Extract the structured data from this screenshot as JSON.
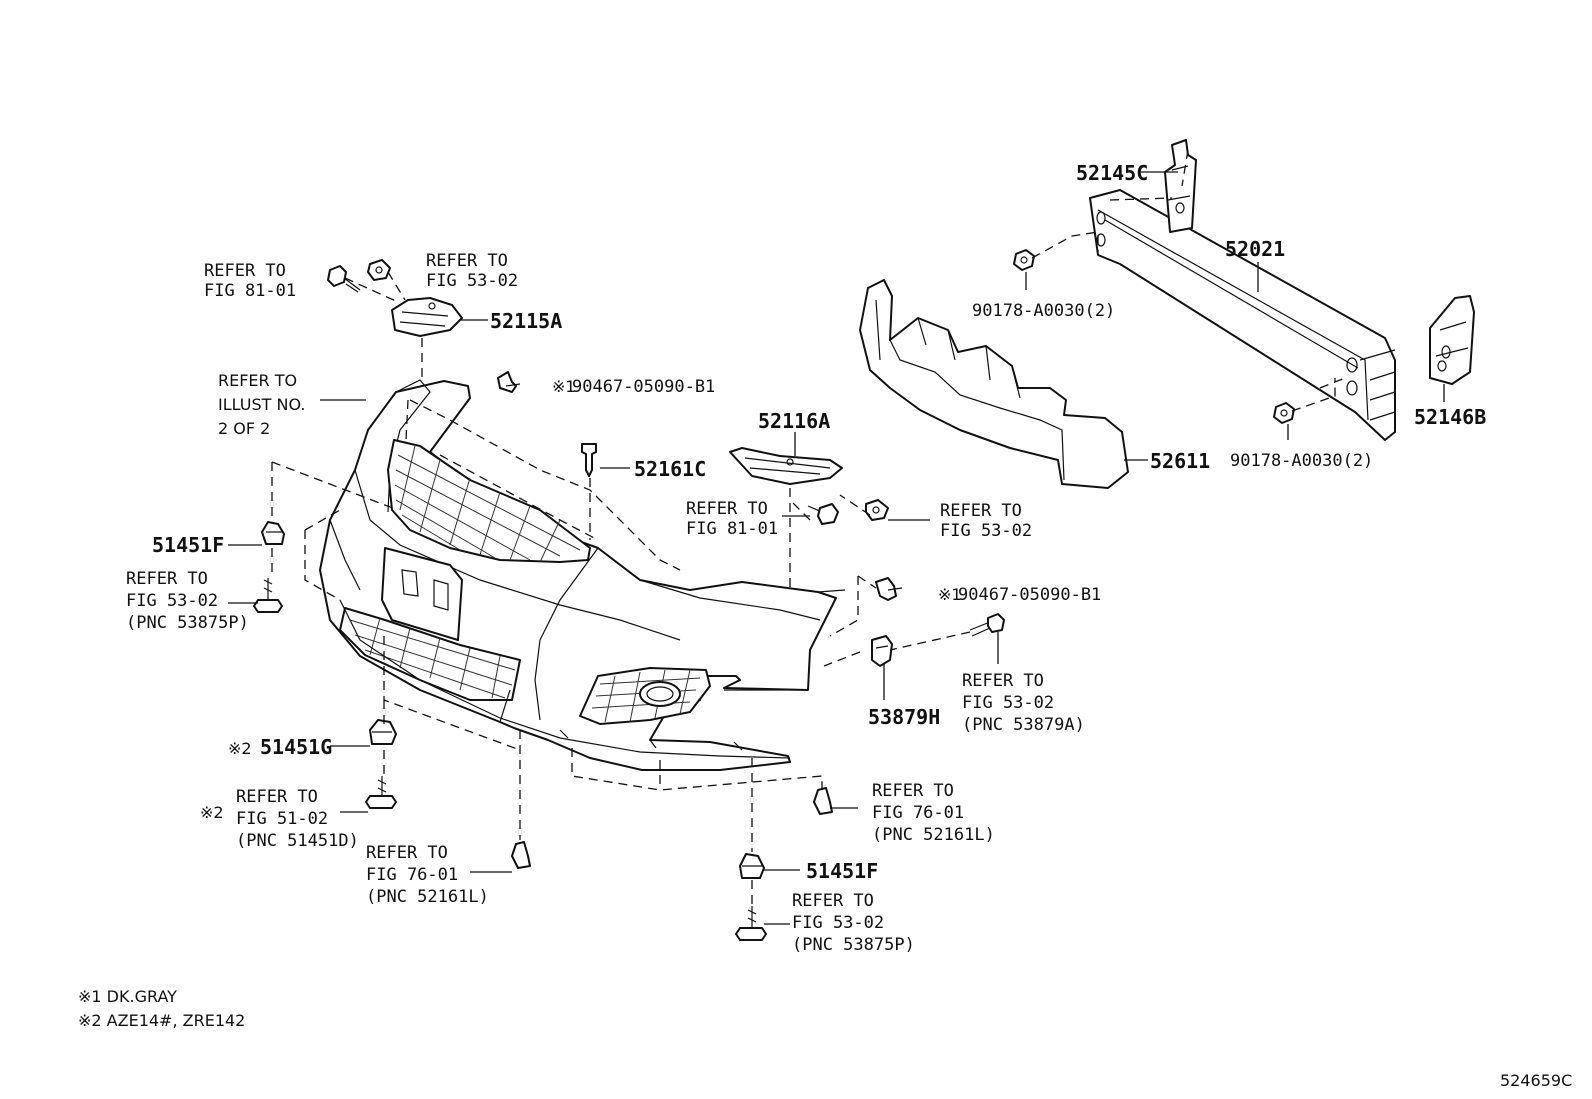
{
  "labels": {
    "p52145c": "52145C",
    "p52021": "52021",
    "p90178_top": "90178-A0030(2)",
    "p90178_bot": "90178-A0030(2)",
    "p52146b": "52146B",
    "p52611": "52611",
    "p52115a": "52115A",
    "p52116a": "52116A",
    "p52161c": "52161C",
    "p51451f_left": "51451F",
    "p51451g": "51451G",
    "p51451f_bottom": "51451F",
    "p53879h": "53879H",
    "clip_top": "90467-05090-B1",
    "clip_mid": "90467-05090-B1",
    "mark1": "※1",
    "mark2": "※2",
    "mark2b": "※2",
    "mark2c": "※2"
  },
  "refs": {
    "r1": [
      "REFER TO",
      "FIG 81-01"
    ],
    "r2": [
      "REFER TO",
      "FIG 53-02"
    ],
    "r3": [
      "REFER TO",
      "ILLUST NO.",
      "2 OF 2"
    ],
    "r4": [
      "REFER TO",
      "FIG 81-01"
    ],
    "r5": [
      "REFER TO",
      "FIG 53-02"
    ],
    "r6": [
      "REFER TO",
      "FIG 53-02",
      "(PNC 53875P)"
    ],
    "r7": [
      "REFER TO",
      "FIG 53-02",
      "(PNC 53879A)"
    ],
    "r8": [
      "REFER TO",
      "FIG 51-02",
      "(PNC 51451D)"
    ],
    "r9": [
      "REFER TO",
      "FIG 76-01",
      "(PNC 52161L)"
    ],
    "r10": [
      "REFER TO",
      "FIG 76-01",
      "(PNC 52161L)"
    ],
    "r11": [
      "REFER TO",
      "FIG 53-02",
      "(PNC 53875P)"
    ]
  },
  "notes": {
    "n1": "※1 DK.GRAY",
    "n2": "※2 AZE14#, ZRE142"
  },
  "illustration_id": "524659C"
}
